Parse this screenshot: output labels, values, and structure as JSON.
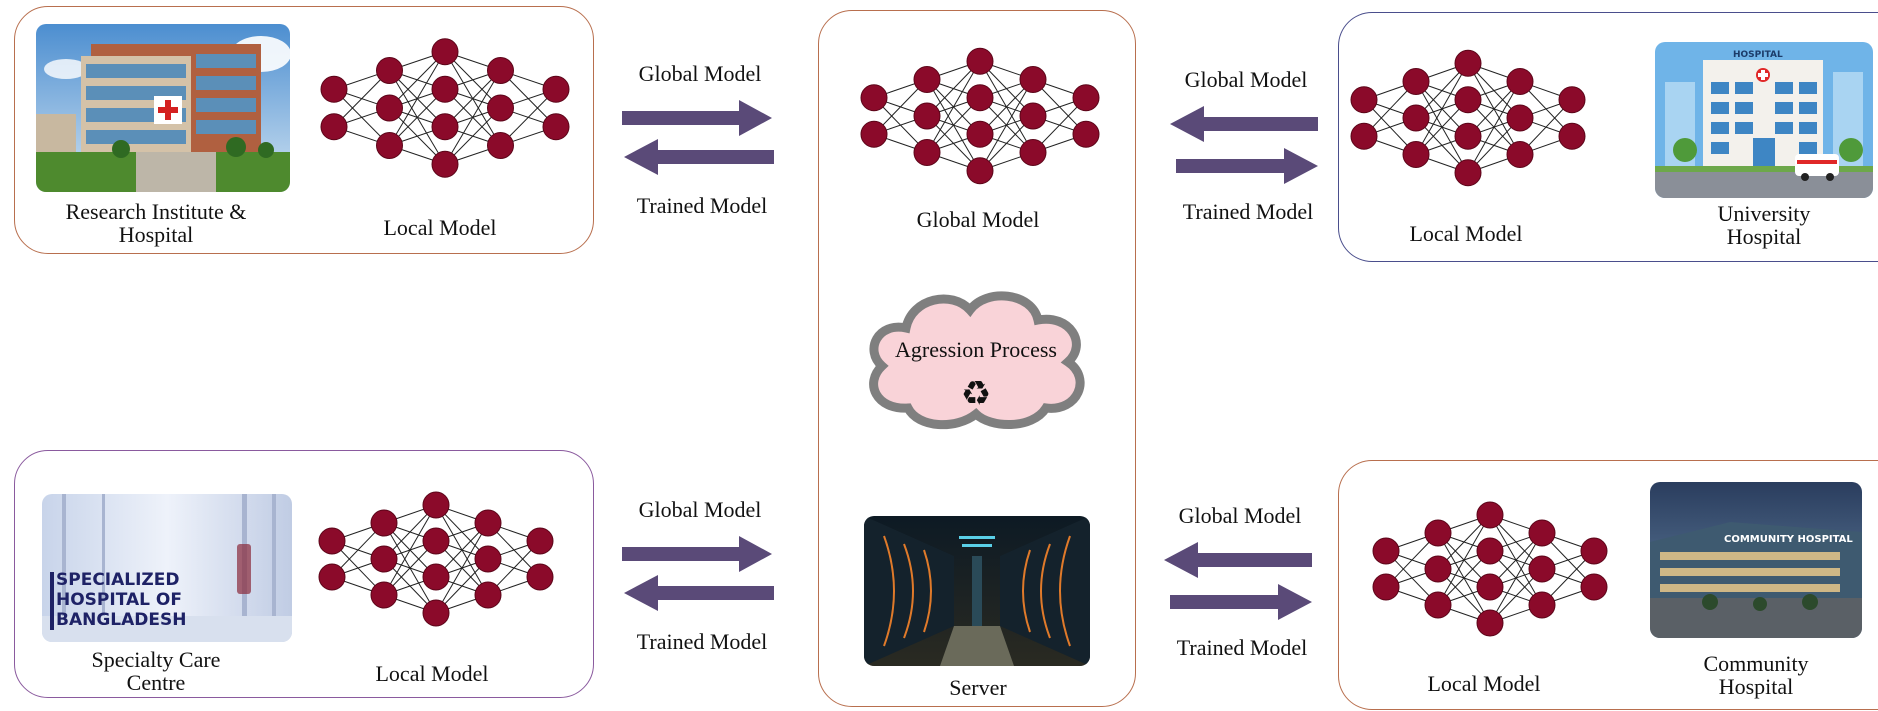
{
  "colors": {
    "node": "#8b0a2a",
    "node_stroke": "#5c0519",
    "edge": "#222222",
    "arrow": "#5a4a78",
    "box_orange": "#b86f4e",
    "box_blue": "#4a4e8c",
    "box_purple": "#8a5a9e",
    "cloud_fill": "#f9d3d8",
    "cloud_stroke": "#7f7f7f"
  },
  "server": {
    "global_model_label": "Global Model",
    "process_label": "Agression Process",
    "process_icon": "♻",
    "server_label": "Server"
  },
  "clients": {
    "top_left": {
      "name": "Research Institute & Hospital",
      "name_line1": "Research Institute &",
      "name_line2": "Hospital",
      "model_label": "Local Model",
      "arrow_top_label": "Global Model",
      "arrow_bottom_label": "Trained Model"
    },
    "top_right": {
      "name": "University Hospital",
      "name_line1": "University",
      "name_line2": "Hospital",
      "model_label": "Local Model",
      "arrow_top_label": "Global Model",
      "arrow_bottom_label": "Trained Model",
      "building_sign": "HOSPITAL"
    },
    "bottom_left": {
      "name": "Specialty Care Centre",
      "name_line1": "Specialty Care",
      "name_line2": "Centre",
      "model_label": "Local Model",
      "arrow_top_label": "Global Model",
      "arrow_bottom_label": "Trained Model",
      "photo_text_line1": "SPECIALIZED",
      "photo_text_line2": "HOSPITAL OF",
      "photo_text_line3": "BANGLADESH"
    },
    "bottom_right": {
      "name": "Community Hospital",
      "name_line1": "Community",
      "name_line2": "Hospital",
      "model_label": "Local Model",
      "arrow_top_label": "Global Model",
      "arrow_bottom_label": "Trained Model",
      "building_sign": "COMMUNITY HOSPITAL"
    }
  },
  "icons": {
    "network": "neural-network-icon",
    "recycle": "recycle-icon",
    "arrow": "arrow-icon"
  }
}
